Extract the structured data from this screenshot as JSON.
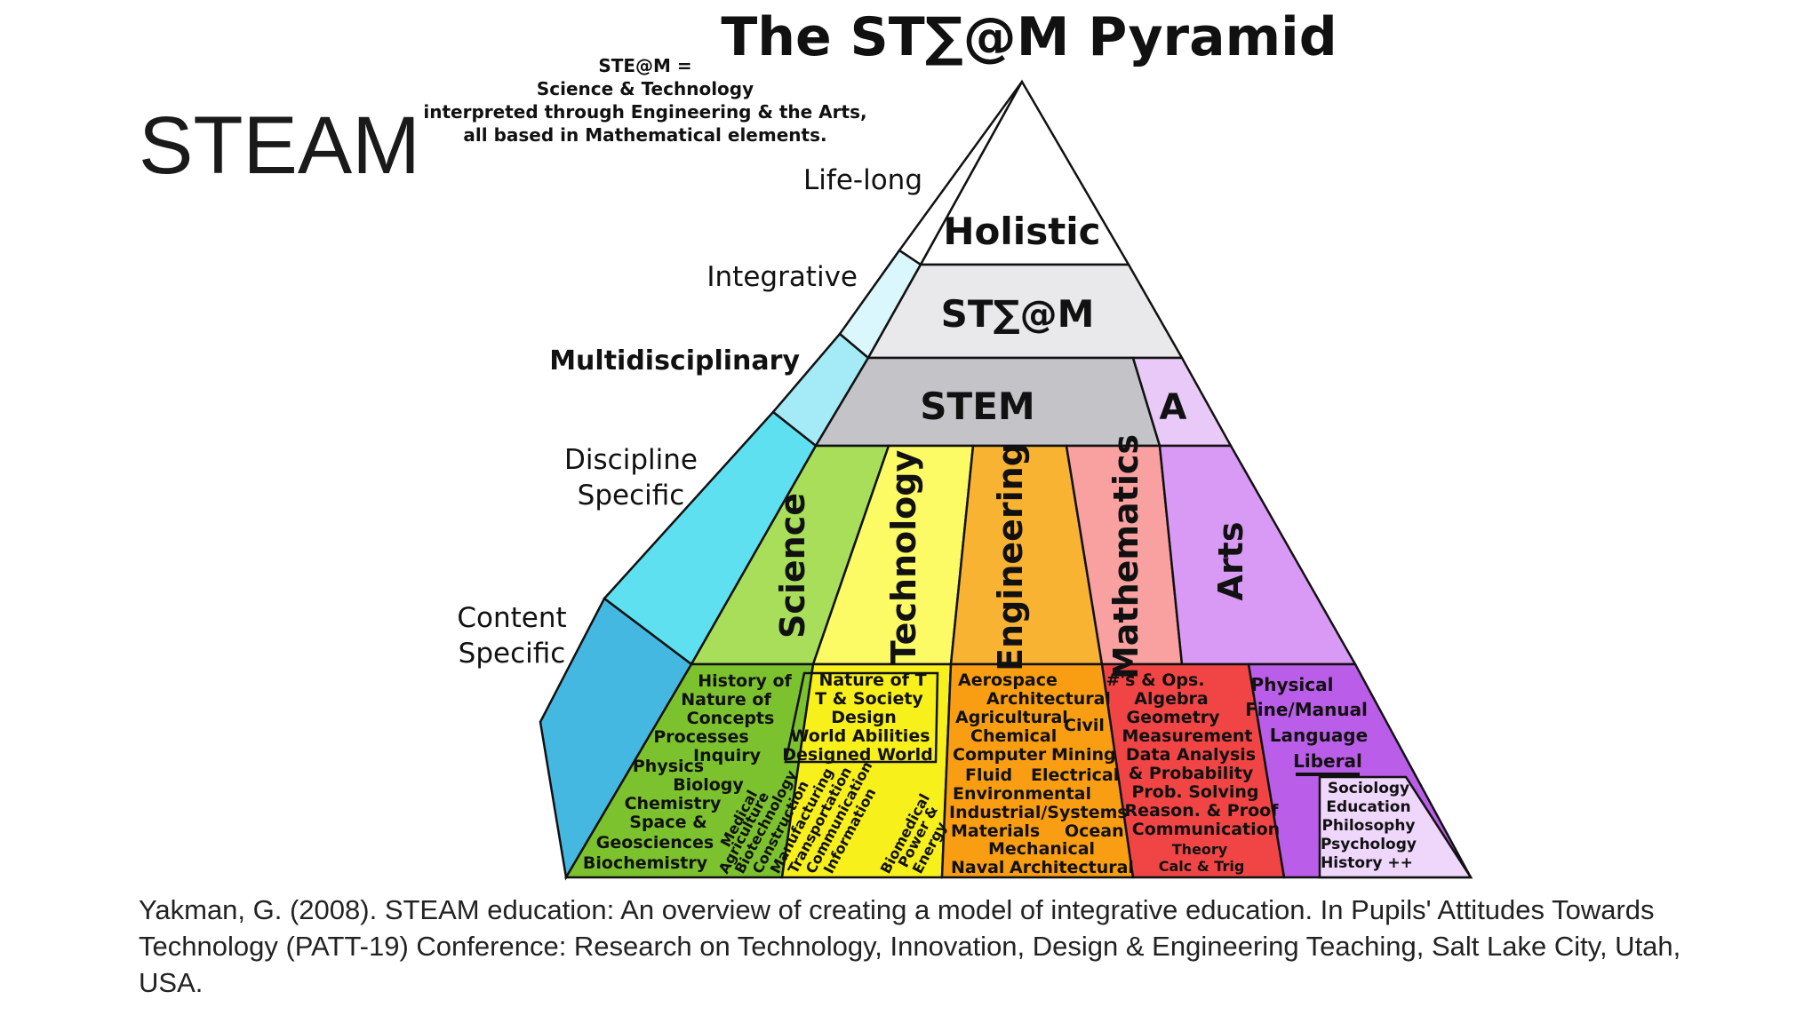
{
  "slide": {
    "title": "STEAM",
    "citation": "Yakman, G. (2008). STEAM education: An overview of creating a model of integrative education. In Pupils' Attitudes Towards Technology (PATT-19) Conference: Research on Technology, Innovation, Design & Engineering Teaching, Salt Lake City, Utah, USA."
  },
  "diagram": {
    "title": "The ST∑@M Pyramid",
    "definition": [
      "STE@M =",
      "Science & Technology",
      "interpreted through Engineering & the Arts,",
      "all based in Mathematical elements."
    ],
    "side_labels": {
      "lifelong": "Life-long",
      "integrative": "Integrative",
      "multidisciplinary": "Multidisciplinary",
      "discipline_specific": [
        "Discipline",
        "Specific"
      ],
      "content_specific": [
        "Content",
        "Specific"
      ]
    },
    "tiers": {
      "holistic": "Holistic",
      "steam": "ST∑@M",
      "stem": "STEM",
      "a": "A"
    },
    "disciplines": {
      "science": "Science",
      "technology": "Technology",
      "engineering": "Engineering",
      "mathematics": "Mathematics",
      "arts": "Arts"
    },
    "content": {
      "science": [
        "History of",
        "Nature of",
        "Concepts",
        "Processes",
        "Inquiry",
        "Physics",
        "Biology",
        "Chemistry",
        "Space &",
        "Geosciences",
        "Biochemistry"
      ],
      "technology_top": [
        "Nature of T",
        "T & Society",
        "Design",
        "World Abilities",
        "Designed World"
      ],
      "technology_diag": [
        "Medical",
        "Agriculture",
        "Biotechnology",
        "Construction",
        "Manufacturing",
        "Transportation",
        "Communication",
        "Information",
        "Biomedical",
        "Power &",
        "Energy"
      ],
      "engineering": [
        "Aerospace",
        "Architectural",
        "Agricultural",
        "Civil",
        "Chemical",
        "Computer",
        "Mining",
        "Fluid",
        "Electrical",
        "Environmental",
        "Industrial/Systems",
        "Materials",
        "Ocean",
        "Mechanical",
        "Naval",
        "Architectural"
      ],
      "mathematics": [
        "#'s & Ops.",
        "Algebra",
        "Geometry",
        "Measurement",
        "Data Analysis",
        "& Probability",
        "Prob. Solving",
        "Reason. & Proof",
        "Communication",
        "Theory",
        "Calc & Trig"
      ],
      "arts_top": [
        "Physical",
        "Fine/Manual",
        "Language",
        "Liberal"
      ],
      "arts_box": [
        "Sociology",
        "Education",
        "Philosophy",
        "Psychology",
        "History ++"
      ]
    },
    "colors": {
      "holistic": "#ffffff",
      "steam": "#e9e9ec",
      "stem": "#c4c4c8",
      "a": "#e9c9f7",
      "science": "#a8de5a",
      "technology": "#fcfb66",
      "engineering": "#f9b333",
      "mathematics": "#f9a1a1",
      "arts": "#d99af5",
      "science_content": "#7cc12e",
      "technology_content": "#f8f01a",
      "engineering_content": "#f99d13",
      "mathematics_content": "#f14545",
      "arts_content": "#ba5de8",
      "arts_box": "#efd6fb",
      "side_lifelong": "#ffffff",
      "side_integrative": "#d9f7fc",
      "side_multidisciplinary": "#a4ebf7",
      "side_discipline": "#5fe0f1",
      "side_content": "#45b8e2"
    }
  }
}
